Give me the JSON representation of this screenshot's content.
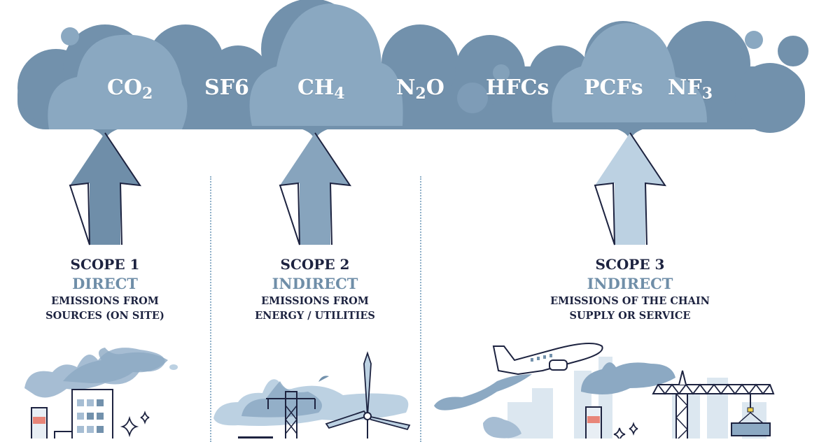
{
  "colors": {
    "cloud_dark": "#7291ac",
    "cloud_light": "#8aa8c1",
    "arrow_scope1": "#6f8ea9",
    "arrow_scope2": "#87a4bd",
    "arrow_scope3": "#bcd1e2",
    "outline": "#1d2340",
    "accent_text": "#6f8ea8",
    "divider": "#8fb0c8"
  },
  "cloud": {
    "gases": [
      {
        "base": "CO",
        "sub": "2"
      },
      {
        "base": "SF6",
        "sub": ""
      },
      {
        "base": "CH",
        "sub": "4"
      },
      {
        "base": "N",
        "sub": "2",
        "tail": "O"
      },
      {
        "base": "HFCs",
        "sub": ""
      },
      {
        "base": "PCFs",
        "sub": ""
      },
      {
        "base": "NF",
        "sub": "3"
      }
    ]
  },
  "scopes": [
    {
      "title": "SCOPE 1",
      "kind": "DIRECT",
      "desc_line1": "EMISSIONS FROM",
      "desc_line2": "SOURCES (ON SITE)",
      "icon": "factory-icon"
    },
    {
      "title": "SCOPE 2",
      "kind": "INDIRECT",
      "desc_line1": "EMISSIONS FROM",
      "desc_line2": "ENERGY / UTILITIES",
      "icon": "power-line-wind-turbine-icon"
    },
    {
      "title": "SCOPE 3",
      "kind": "INDIRECT",
      "desc_line1": "EMISSIONS OF THE CHAIN",
      "desc_line2": "SUPPLY OR SERVICE",
      "icon": "airplane-city-crane-icon"
    }
  ]
}
